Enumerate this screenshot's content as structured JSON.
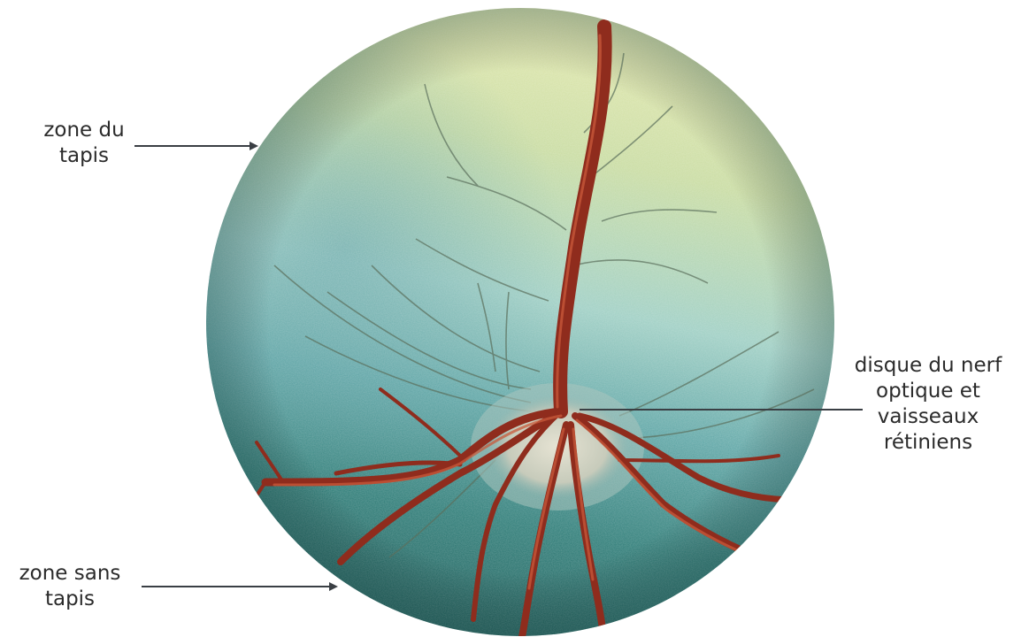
{
  "labels": {
    "zone_tapis": [
      "zone du",
      "tapis"
    ],
    "zone_sans_tapis": [
      "zone sans",
      "tapis"
    ],
    "disque": [
      "disque du nerf",
      "optique et",
      "vaisseaux",
      "rétiniens"
    ]
  },
  "colors": {
    "fundus_top": "#dfe6a8",
    "fundus_mid": "#8cc3c1",
    "fundus_bottom": "#1f6662",
    "vessel": "#9a2e1e",
    "vessel_highlight": "#cc5a3a",
    "optic_disc": "#d9d6c6",
    "line": "#3a3f44"
  },
  "icons": [
    "fundus-illustration",
    "retinal-vessels",
    "optic-disc",
    "pointer-arrow"
  ]
}
